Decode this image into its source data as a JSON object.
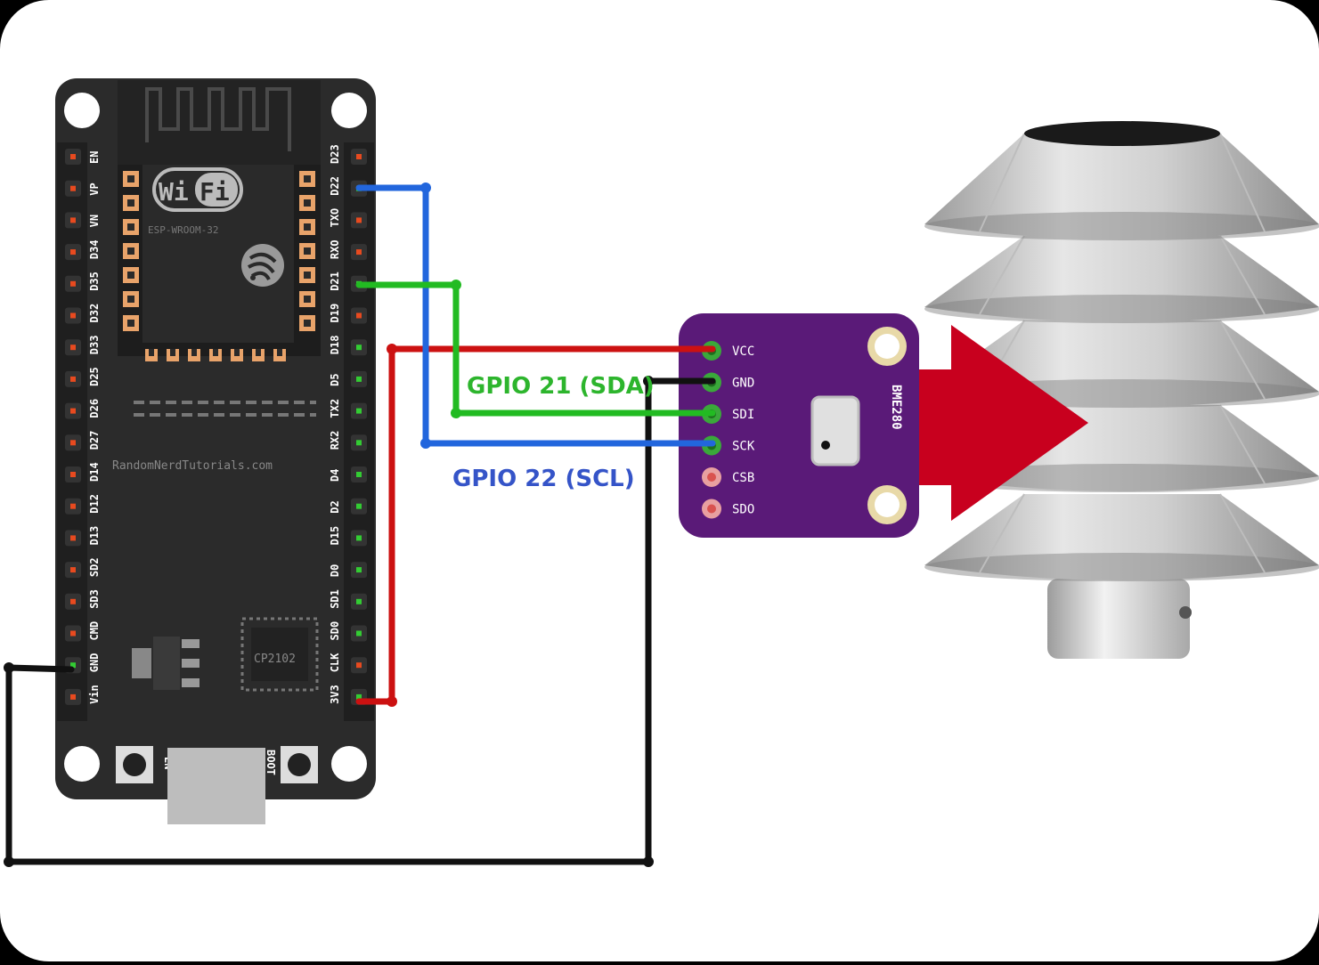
{
  "esp32": {
    "wifi_logo": "WiFi",
    "module_name": "ESP-WROOM-32",
    "watermark": "RandomNerdTutorials.com",
    "chip_label": "CP2102",
    "en_label": "EN",
    "boot_label": "BOOT",
    "left_pins": [
      "EN",
      "VP",
      "VN",
      "D34",
      "D35",
      "D32",
      "D33",
      "D25",
      "D26",
      "D27",
      "D14",
      "D12",
      "D13",
      "SD2",
      "SD3",
      "CMD",
      "GND",
      "Vin"
    ],
    "right_pins": [
      "D23",
      "D22",
      "TXO",
      "RXO",
      "D21",
      "D19",
      "D18",
      "D5",
      "TX2",
      "RX2",
      "D4",
      "D2",
      "D15",
      "D0",
      "SD1",
      "SD0",
      "CLK",
      "3V3"
    ]
  },
  "sensor": {
    "name": "BME280",
    "pins": [
      "VCC",
      "GND",
      "SDI",
      "SCK",
      "CSB",
      "SDO"
    ]
  },
  "labels": {
    "sda": "GPIO 21 (SDA)",
    "scl": "GPIO 22 (SCL)"
  },
  "colors": {
    "vcc_wire": "#cc1111",
    "gnd_wire": "#111111",
    "sda_wire": "#22bb22",
    "scl_wire": "#2266dd",
    "sda_text": "#2db52d",
    "scl_text": "#3554c8",
    "sensor_board": "#5a1a78",
    "arrow": "#c8001e"
  },
  "icons": [
    "wifi-logo-icon",
    "espressif-logo-icon",
    "right-arrow-icon",
    "radiation-shield-icon"
  ]
}
